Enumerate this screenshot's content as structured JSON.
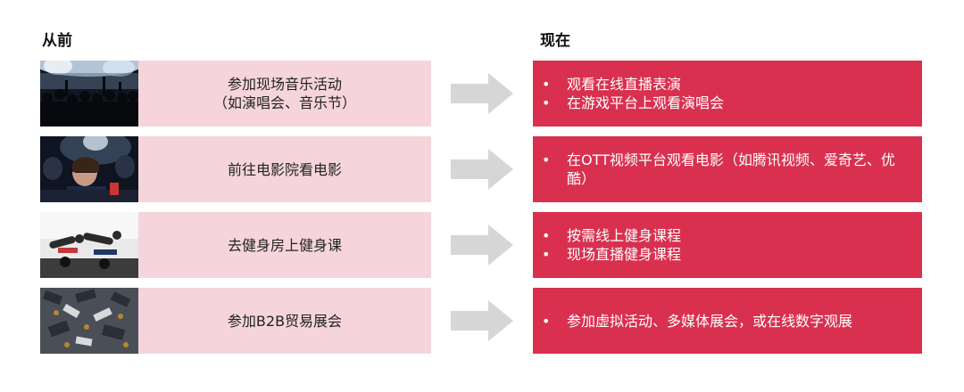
{
  "headings": {
    "before": "从前",
    "after": "现在"
  },
  "rows": [
    {
      "photo": "concert-crowd-photo",
      "before_lines": [
        "参加现场音乐活动",
        "（如演唱会、音乐节）"
      ],
      "after_items": [
        {
          "bullet": "•",
          "text": "观看在线直播表演"
        },
        {
          "bullet": "•",
          "text": "在游戏平台上观看演唱会"
        }
      ]
    },
    {
      "photo": "cinema-audience-photo",
      "before_lines": [
        "前往电影院看电影"
      ],
      "after_items": [
        {
          "bullet": "•",
          "text": "在OTT视频平台观看电影（如腾讯视频、爱奇艺、优酷）"
        }
      ]
    },
    {
      "photo": "gym-class-photo",
      "before_lines": [
        "去健身房上健身课"
      ],
      "after_items": [
        {
          "bullet": "•",
          "text": "按需线上健身课程"
        },
        {
          "bullet": "•",
          "text": "现场直播健身课程"
        }
      ]
    },
    {
      "photo": "trade-show-photo",
      "before_lines": [
        "参加B2B贸易展会"
      ],
      "after_items": [
        {
          "bullet": "•",
          "text": "参加虚拟活动、多媒体展会，或在线数字观展"
        }
      ]
    }
  ],
  "colors": {
    "before_bg": "#f5d5db",
    "after_bg": "#d9304f",
    "arrow": "#d6d6d6"
  }
}
